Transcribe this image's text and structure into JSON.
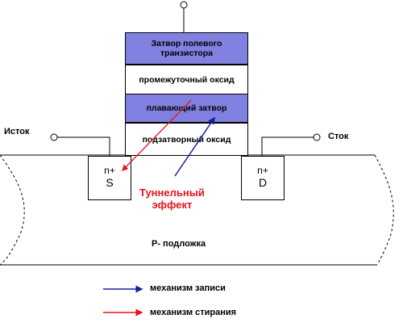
{
  "gate_stack": [
    {
      "label": "Затвор полевого транзистора",
      "fill": "#7f80df"
    },
    {
      "label": "промежуточный оксид",
      "fill": "#ffffff"
    },
    {
      "label": "плавающий затвор",
      "fill": "#7f80df"
    },
    {
      "label": "подзатворный оксид",
      "fill": "#ffffff"
    }
  ],
  "source": {
    "terminal_label": "Исток",
    "doping": "n+",
    "letter": "S"
  },
  "drain": {
    "terminal_label": "Сток",
    "doping": "n+",
    "letter": "D"
  },
  "substrate_label": "P- подложка",
  "tunnel_effect": {
    "line1": "Туннельный",
    "line2": "эффект",
    "color": "#e8141c"
  },
  "legend": [
    {
      "label": "механизм записи",
      "color": "#1a1aa8"
    },
    {
      "label": "механизм стирания",
      "color": "#e8141c"
    }
  ]
}
